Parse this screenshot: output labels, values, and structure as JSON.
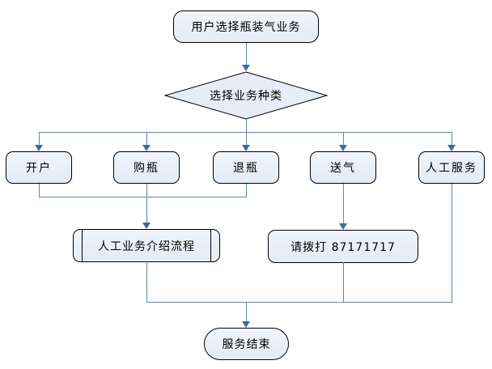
{
  "colors": {
    "background": "#ffffff",
    "node_fill": "#e6edf7",
    "node_border": "#000000",
    "connector": "#6185ad",
    "arrow": "#42699c",
    "text": "#000000"
  },
  "nodes": {
    "start": {
      "label": "用户选择瓶装气业务"
    },
    "decision": {
      "label": "选择业务种类"
    },
    "branches": [
      {
        "label": "开户"
      },
      {
        "label": "购瓶"
      },
      {
        "label": "退瓶"
      },
      {
        "label": "送气"
      },
      {
        "label": "人工服务"
      }
    ],
    "manual_process": {
      "label": "人工业务介绍流程"
    },
    "call": {
      "label": "请拨打 87171717"
    },
    "end": {
      "label": "服务结束"
    }
  }
}
